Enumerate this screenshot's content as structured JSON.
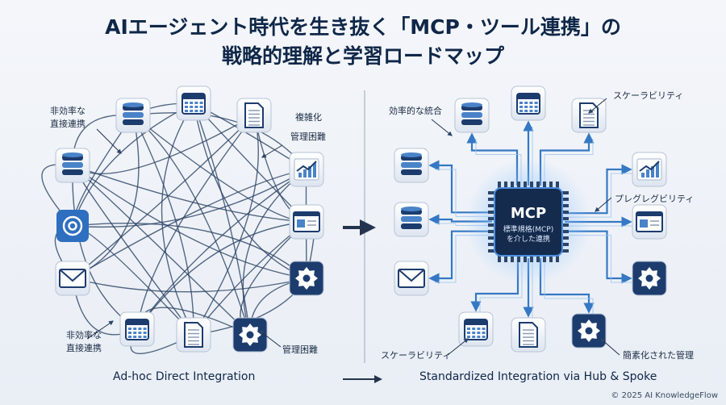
{
  "title": {
    "line1": "AIエージェント時代を生き抜く「MCP・ツール連携」の",
    "line2": "戦略的理解と学習ロードマップ"
  },
  "left": {
    "label_inefficient_top": [
      "非効率な",
      "直接連携"
    ],
    "label_complexity": "複雑化",
    "label_mgmt_top": "管理困難",
    "label_inefficient_bottom": [
      "非効率な",
      "直接連携"
    ],
    "label_mgmt_bottom": "管理困難",
    "caption": "Ad-hoc Direct Integration"
  },
  "right": {
    "label_efficient": "効率的な統合",
    "label_scalability_top": "スケーラビリティ",
    "label_pluggability": "プレグレグビリティ",
    "label_scalability_bottom": "スケーラビリティ",
    "label_simplified": "簡素化された管理",
    "hub_title": "MCP",
    "hub_sub1": "標準規格(MCP)",
    "hub_sub2": "を介した連携",
    "caption": "Standardized Integration via Hub & Spoke"
  },
  "icons": {
    "left": [
      "database-icon",
      "calendar-icon",
      "document-icon",
      "database-icon",
      "chart-icon",
      "at-sign-icon",
      "browser-window-icon",
      "mail-icon",
      "gear-icon",
      "calendar-icon",
      "document-icon",
      "gear-icon"
    ],
    "right": [
      "database-icon",
      "calendar-icon",
      "document-icon",
      "database-icon",
      "chart-icon",
      "database-icon",
      "browser-window-icon",
      "mail-icon",
      "gear-icon",
      "calendar-icon",
      "document-icon",
      "gear-icon"
    ]
  },
  "colors": {
    "title": "#0f2748",
    "icon_dark": "#1d3c6e",
    "icon_light": "#4a83c8",
    "wire_left": "#2c4466",
    "wire_right": "#3578c4"
  },
  "copyright": "© 2025 AI KnowledgeFlow"
}
